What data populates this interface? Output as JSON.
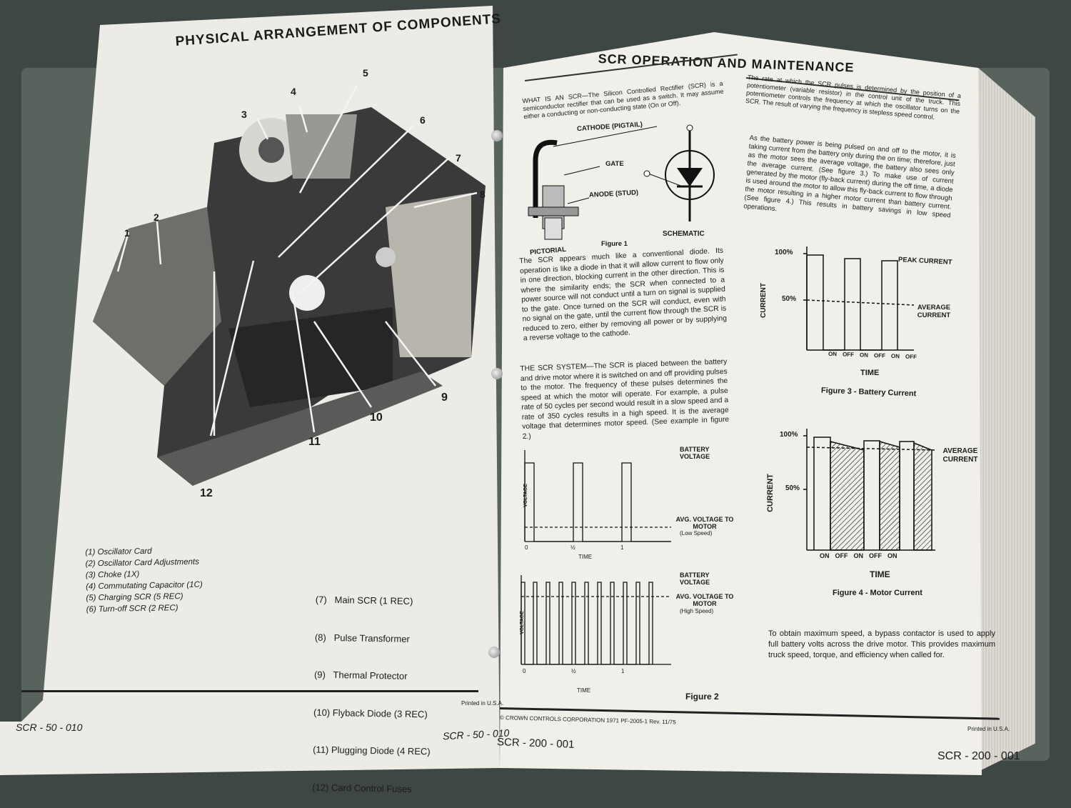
{
  "left_page": {
    "title": "PHYSICAL ARRANGEMENT OF COMPONENTS",
    "callouts": [
      "1",
      "2",
      "3",
      "4",
      "5",
      "6",
      "7",
      "8",
      "9",
      "10",
      "11",
      "12"
    ],
    "legend_left": [
      "(1)  Oscillator Card",
      "(2)  Oscillator Card Adjustments",
      "(3)  Choke (1X)",
      "(4)  Commutating Capacitor (1C)",
      "(5)  Charging SCR (5 REC)",
      "(6)  Turn-off SCR (2 REC)"
    ],
    "legend_right": [
      "(7)   Main SCR (1 REC)",
      "(8)   Pulse Transformer",
      "(9)   Thermal Protector",
      "(10) Flyback Diode (3 REC)",
      "(11) Plugging Diode (4 REC)",
      "(12) Card Control Fuses"
    ],
    "printed": "Printed in U.S.A.",
    "page_number": "SCR - 50 - 010",
    "page_number_under": "SCR - 50 - 010"
  },
  "right_page": {
    "title": "SCR OPERATION AND MAINTENANCE",
    "intro": "WHAT IS AN SCR—The Silicon Controlled Rectifier (SCR) is a semiconductor rectifier that can be used as a switch. It may assume either a conducting or non-conducting state (On or Off).",
    "figure1": {
      "cathode": "CATHODE (PIGTAIL)",
      "gate": "GATE",
      "anode": "ANODE (STUD)",
      "pictorial": "PICTORIAL",
      "caption": "Figure 1",
      "schematic": "SCHEMATIC"
    },
    "para1": "The SCR appears much like a conventional diode. Its operation is like a diode in that it will allow current to flow only in one direction, blocking current in the other direction. This is where the similarity ends; the SCR when connected to a power source will not conduct until a turn on signal is supplied to the gate. Once turned on the SCR will conduct, even with no signal on the gate, until the current flow through the SCR is reduced to zero, either by removing all power or by supplying a reverse voltage to the cathode.",
    "para2": "THE SCR SYSTEM—The SCR is placed between the battery and drive motor where it is switched on and off providing pulses to the motor. The frequency of these pulses determines the speed at which the motor will operate. For example, a pulse rate of 50 cycles per second would result in a slow speed and a rate of 350 cycles results in a high speed. It is the average voltage that determines motor speed. (See example in figure 2.)",
    "figure2": {
      "battery_voltage": "BATTERY VOLTAGE",
      "avg_low": "AVG. VOLTAGE TO MOTOR",
      "low_speed": "(Low Speed)",
      "avg_high": "AVG. VOLTAGE TO MOTOR",
      "high_speed": "(High Speed)",
      "ylabel": "VOLTAGE",
      "xlabel": "TIME",
      "ticks": [
        "0",
        "½",
        "1"
      ],
      "caption": "Figure 2"
    },
    "para3": "The rate at which the SCR pulses is determined by the position of a potentiometer (variable resistor) in the control unit of the truck. This potentiometer controls the frequency at which the oscillator turns on the SCR. The result of varying the frequency is stepless speed control.",
    "para4": "As the battery power is being pulsed on and off to the motor, it is taking current from the battery only during the on time; therefore, just as the motor sees the average voltage, the battery also sees only the average current. (See figure 3.) To make use of current generated by the motor (fly-back current) during the off time, a diode is used around the motor to allow this fly-back current to flow through the motor resulting in a higher motor current than battery current. (See figure 4.) This results in battery savings in low speed operations.",
    "figure3": {
      "y100": "100%",
      "y50": "50%",
      "peak": "PEAK CURRENT",
      "average": "AVERAGE CURRENT",
      "ylabel": "CURRENT",
      "xlabel": "TIME",
      "states": [
        "ON",
        "OFF",
        "ON",
        "OFF",
        "ON",
        "OFF"
      ],
      "caption": "Figure 3 - Battery Current"
    },
    "figure4": {
      "y100": "100%",
      "y50": "50%",
      "average": "AVERAGE CURRENT",
      "ylabel": "CURRENT",
      "xlabel": "TIME",
      "states": [
        "ON",
        "OFF",
        "ON",
        "OFF",
        "ON"
      ],
      "caption": "Figure 4 - Motor Current"
    },
    "para5": "To obtain maximum speed, a bypass contactor is used to apply full battery volts across the drive motor. This provides maximum truck speed, torque, and efficiency when called for.",
    "copyright": "© CROWN CONTROLS CORPORATION 1971 PF-2005-1 Rev. 11/75",
    "printed": "Printed in U.S.A.",
    "page_number_left": "SCR - 200 - 001",
    "page_number_right": "SCR - 200 - 001"
  }
}
